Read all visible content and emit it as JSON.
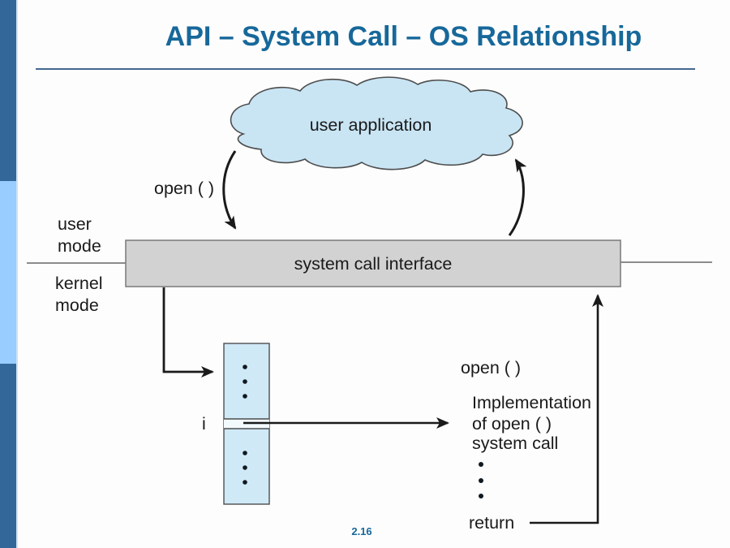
{
  "slide": {
    "title": "API – System Call – OS Relationship",
    "page_number": "2.16",
    "colors": {
      "title_blue": "#17689a",
      "sidebar_dark": "#336699",
      "sidebar_light": "#99ccff",
      "cloud_fill": "#c9e5f4",
      "table_fill": "#cfe9f7",
      "interface_box_fill": "#d2d2d2",
      "interface_box_border": "#808080",
      "line_black": "#1a1a1a",
      "mode_line_gray": "#666666"
    }
  },
  "diagram": {
    "cloud_label": "user application",
    "open_call_label": "open ( )",
    "user_mode": [
      "user",
      "mode"
    ],
    "kernel_mode": [
      "kernel",
      "mode"
    ],
    "interface_label": "system call interface",
    "index_label": "i",
    "impl_open_label": "open ( )",
    "impl_lines": [
      "Implementation",
      "of open ( )",
      "system call"
    ],
    "return_label": "return"
  }
}
